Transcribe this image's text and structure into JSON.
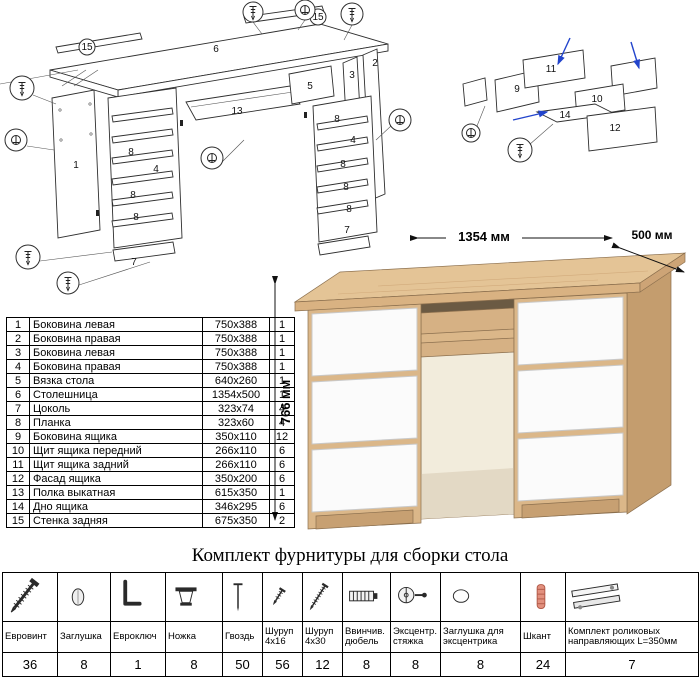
{
  "parts": {
    "rows": [
      {
        "num": "1",
        "name": "Боковина левая",
        "size": "750x388",
        "qty": "1"
      },
      {
        "num": "2",
        "name": "Боковина правая",
        "size": "750x388",
        "qty": "1"
      },
      {
        "num": "3",
        "name": "Боковина левая",
        "size": "750x388",
        "qty": "1"
      },
      {
        "num": "4",
        "name": "Боковина правая",
        "size": "750x388",
        "qty": "1"
      },
      {
        "num": "5",
        "name": "Вязка стола",
        "size": "640x260",
        "qty": "1"
      },
      {
        "num": "6",
        "name": "Столешница",
        "size": "1354x500",
        "qty": "1"
      },
      {
        "num": "7",
        "name": "Цоколь",
        "size": "323x74",
        "qty": "4"
      },
      {
        "num": "8",
        "name": "Планка",
        "size": "323x60",
        "qty": "4"
      },
      {
        "num": "9",
        "name": "Боковина ящика",
        "size": "350x110",
        "qty": "12"
      },
      {
        "num": "10",
        "name": "Щит ящика передний",
        "size": "266x110",
        "qty": "6"
      },
      {
        "num": "11",
        "name": "Щит ящика задний",
        "size": "266x110",
        "qty": "6"
      },
      {
        "num": "12",
        "name": "Фасад ящика",
        "size": "350x200",
        "qty": "6"
      },
      {
        "num": "13",
        "name": "Полка выкатная",
        "size": "615x350",
        "qty": "1"
      },
      {
        "num": "14",
        "name": "Дно ящика",
        "size": "346x295",
        "qty": "6"
      },
      {
        "num": "15",
        "name": "Стенка задняя",
        "size": "675x350",
        "qty": "2"
      }
    ]
  },
  "desk": {
    "width_label": "1354 мм",
    "depth_label": "500 мм",
    "height_label": "766 мм"
  },
  "diagram": {
    "n1": "1",
    "n2": "2",
    "n3": "3",
    "n4": "4",
    "n5": "5",
    "n6": "6",
    "n7": "7",
    "n8": "8",
    "n13": "13",
    "n15": "15"
  },
  "drawer_diagram": {
    "n9": "9",
    "n10": "10",
    "n11": "11",
    "n12": "12",
    "n14": "14"
  },
  "hardware": {
    "title": "Комплект фурнитуры для сборки стола",
    "items": [
      {
        "name": "Евровинт",
        "qty": "36",
        "icon": "confirmat-screw-icon"
      },
      {
        "name": "Заглушка",
        "qty": "8",
        "icon": "cap-plug-icon"
      },
      {
        "name": "Евроключ",
        "qty": "1",
        "icon": "hex-key-icon"
      },
      {
        "name": "Ножка",
        "qty": "8",
        "icon": "leg-foot-icon"
      },
      {
        "name": "Гвоздь",
        "qty": "50",
        "icon": "nail-icon"
      },
      {
        "name": "Шуруп 4x16",
        "qty": "56",
        "icon": "screw-small-icon"
      },
      {
        "name": "Шуруп 4x30",
        "qty": "12",
        "icon": "screw-long-icon"
      },
      {
        "name": "Ввинчив. дюбель",
        "qty": "8",
        "icon": "threaded-dowel-icon"
      },
      {
        "name": "Эксцентр. стяжка",
        "qty": "8",
        "icon": "cam-lock-icon"
      },
      {
        "name": "Заглушка для эксцентрика",
        "qty": "8",
        "icon": "cam-cover-icon"
      },
      {
        "name": "Шкант",
        "qty": "24",
        "icon": "wood-dowel-icon"
      },
      {
        "name": "Комплект роликовых направляющих L=350мм",
        "qty": "7",
        "icon": "roller-slides-icon"
      }
    ]
  },
  "colors": {
    "wood_top": "#e4c496",
    "wood_front": "#dbb789",
    "drawer_front": "#fbfbfb",
    "diagram_arrow_blue": "#2244cc"
  }
}
